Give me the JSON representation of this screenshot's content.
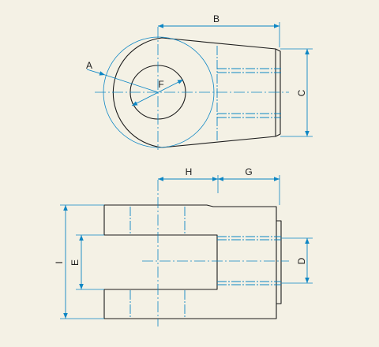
{
  "drawing": {
    "dimension_labels": {
      "a": "A",
      "b": "B",
      "c": "C",
      "d": "D",
      "e": "E",
      "f": "F",
      "g": "G",
      "h": "H",
      "i": "I"
    },
    "colors": {
      "background": "#f4f1e5",
      "outline": "#1c1c1c",
      "dimension": "#0d86c4"
    }
  }
}
